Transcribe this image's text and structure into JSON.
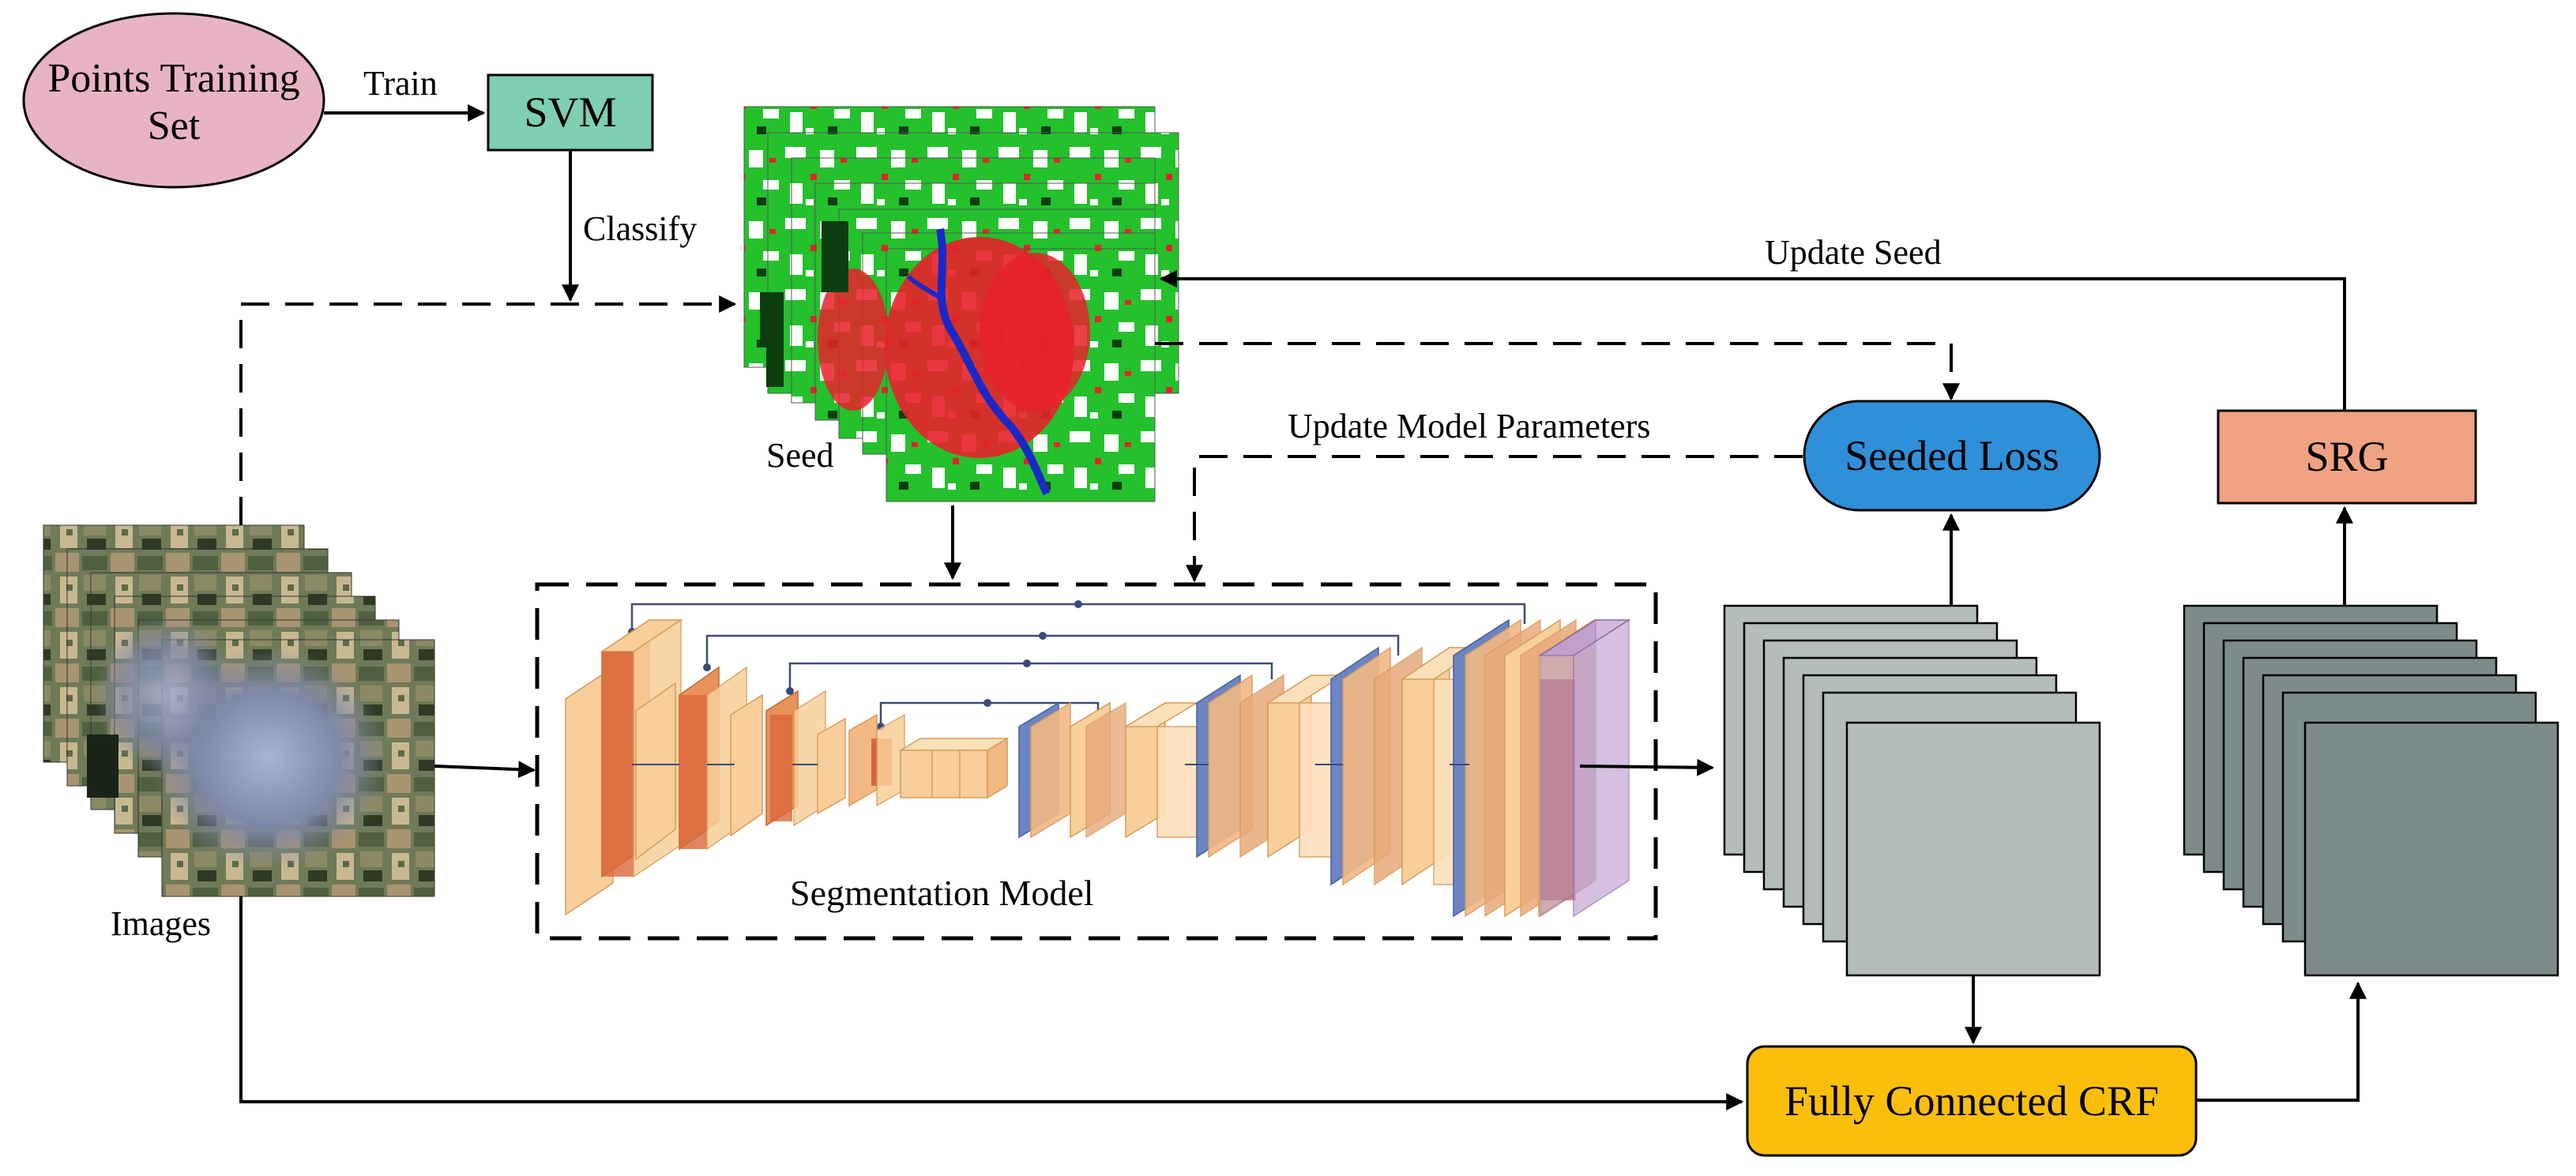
{
  "nodes": {
    "points_training_set": "Points Training Set",
    "svm": "SVM",
    "seed": "Seed",
    "images": "Images",
    "segmentation_model": "Segmentation Model",
    "seeded_loss": "Seeded Loss",
    "srg": "SRG",
    "crf": "Fully Connected CRF"
  },
  "edges": {
    "train": "Train",
    "classify": "Classify",
    "update_seed": "Update Seed",
    "update_model_parameters": "Update Model Parameters"
  },
  "colors": {
    "points_fill": "#e8b4c3",
    "svm_fill": "#7ecfb3",
    "seeded_loss_fill": "#2f8fd8",
    "srg_fill": "#f0a382",
    "crf_fill": "#fbbf0b",
    "feature_gray_light": "#b4bcbc",
    "feature_gray_dark": "#7d8c8a",
    "seed_green": "#22c02a",
    "seed_red": "#e8212a",
    "seed_blue": "#1a28c8",
    "unet_orange_dark": "#d9673a",
    "unet_orange_light": "#f8cf9a",
    "unet_blue": "#6c84c2",
    "unet_purple": "#b08fc0"
  }
}
